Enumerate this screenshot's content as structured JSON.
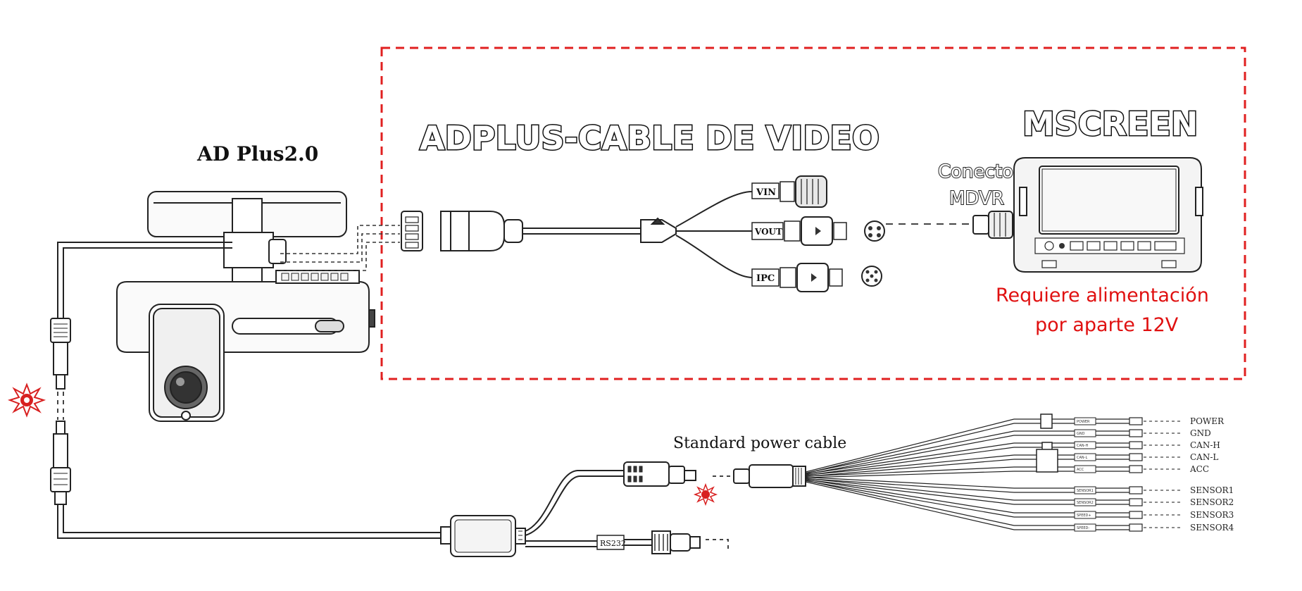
{
  "device": {
    "name": "AD Plus2.0"
  },
  "video_cable": {
    "title": "ADPLUS-CABLE DE VIDEO",
    "branches": [
      "VIN",
      "VOUT",
      "IPC"
    ]
  },
  "monitor": {
    "title": "MSCREEN",
    "connector_line1": "Conector",
    "connector_line2": "MDVR",
    "note_line1": "Requiere alimentación",
    "note_line2": "por aparte 12V"
  },
  "power": {
    "cable_label": "Standard power cable",
    "rs232_label": "RS232",
    "wires": [
      {
        "label": "POWER",
        "tag": "POWER"
      },
      {
        "label": "GND",
        "tag": "GND"
      },
      {
        "label": "CAN-H",
        "tag": "CAN-H"
      },
      {
        "label": "CAN-L",
        "tag": "CAN-L"
      },
      {
        "label": "ACC",
        "tag": "ACC"
      },
      {
        "label": "SENSOR1",
        "tag": "SENSOR1"
      },
      {
        "label": "SENSOR2",
        "tag": "SENSOR2"
      },
      {
        "label": "SENSOR3",
        "tag": "SPEED+"
      },
      {
        "label": "SENSOR4",
        "tag": "SPEED-"
      }
    ]
  },
  "colors": {
    "dashed_box": "#e02020",
    "note_text": "#e01010",
    "line": "#222222",
    "marker": "#d82020"
  }
}
